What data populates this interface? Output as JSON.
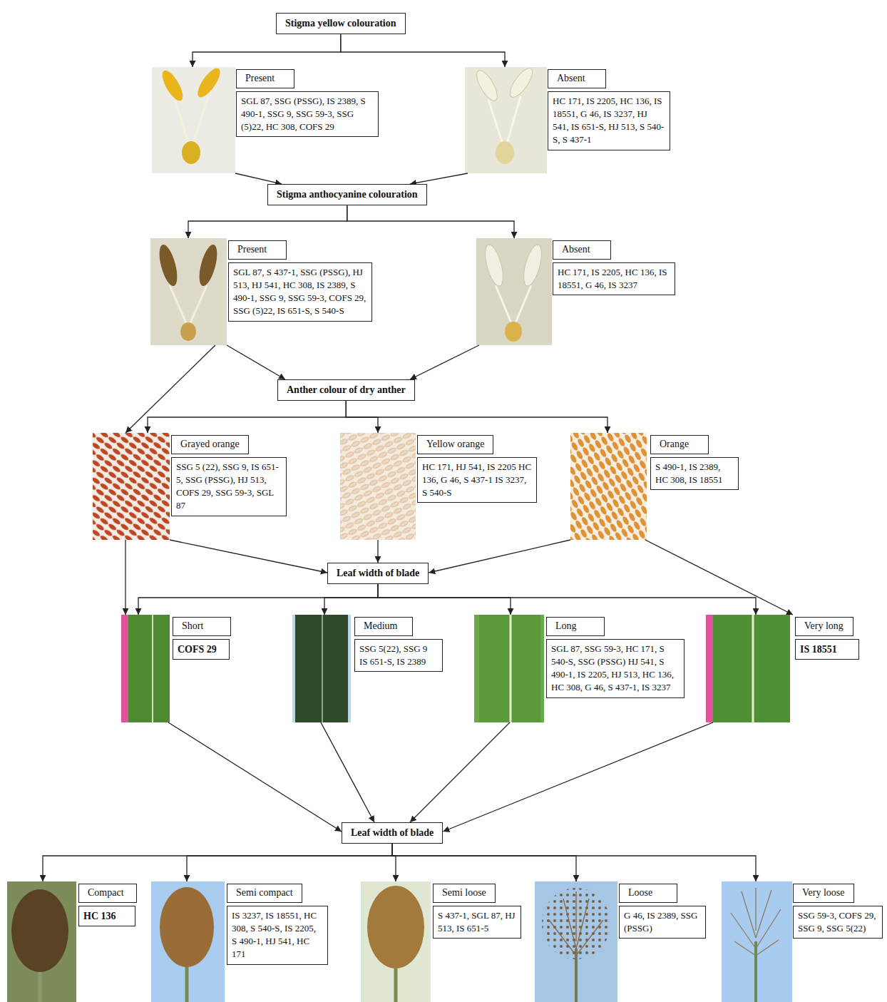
{
  "diagram": {
    "nodes": [
      {
        "text": [
          "Stigma yellow colouration"
        ]
      },
      {
        "text": [
          "Present",
          "SGL 87, SSG (PSSG), IS 2389, S 490-1, SSG 9, SSG 59-3, SSG (5)22, HC 308, COFS 29"
        ]
      },
      {
        "text": [
          "Absent",
          "HC 171, IS 2205, HC 136, IS 18551, G 46, IS 3237, HJ 541, IS 651-S, HJ 513, S 540-S, S 437-1"
        ]
      },
      {
        "text": [
          "Stigma anthocyanine colouration"
        ]
      },
      {
        "text": [
          "Present",
          "SGL 87, S 437-1, SSG (PSSG), HJ 513, HJ 541, HC 308, IS 2389, S 490-1, SSG 9, SSG 59-3, COFS 29, SSG (5)22, IS 651-S, S 540-S"
        ]
      },
      {
        "text": [
          "Absent",
          "HC 171, IS 2205, HC 136, IS 18551, G 46, IS 3237"
        ]
      },
      {
        "text": [
          "Anther colour of dry anther"
        ]
      },
      {
        "text": [
          "Grayed orange",
          "SSG 5 (22), SSG 9, IS 651- 5, SSG (PSSG), HJ 513, COFS 29, SSG 59-3, SGL 87"
        ]
      },
      {
        "text": [
          "Yellow orange",
          "HC 171, HJ 541, IS 2205 HC 136, G 46, S 437-1 IS 3237, S 540-S"
        ]
      },
      {
        "text": [
          "Orange",
          "S 490-1, IS 2389, HC 308, IS 18551"
        ]
      },
      {
        "text": [
          "Leaf width of blade"
        ]
      },
      {
        "text": [
          "Short",
          "COFS 29"
        ]
      },
      {
        "text": [
          "Medium",
          "SSG 5(22), SSG 9 IS 651-S, IS 2389"
        ]
      },
      {
        "text": [
          "Long",
          "SGL 87, SSG 59-3, HC 171, S 540-S, SSG (PSSG) HJ 541, S 490-1, IS 2205, HJ 513, HC 136, HC 308, G 46, S 437-1, IS 3237"
        ]
      },
      {
        "text": [
          "Very long",
          "IS 18551"
        ]
      },
      {
        "text": [
          "Leaf width of blade"
        ]
      },
      {
        "text": [
          "Compact",
          "HC 136"
        ]
      },
      {
        "text": [
          "Semi compact",
          "IS 3237, IS 18551, HC 308, S 540-S, IS 2205, S 490-1, HJ 541, HC 171"
        ]
      },
      {
        "text": [
          "Semi loose",
          "S 437-1, SGL 87, HJ 513, IS 651-5"
        ]
      },
      {
        "text": [
          "Loose",
          "G 46, IS 2389, SSG (PSSG)"
        ]
      },
      {
        "text": [
          "Very loose",
          "SSG 59-3, COFS 29, SSG 9, SSG 5(22)"
        ]
      }
    ],
    "edges": [
      {
        "from": 0,
        "to": 1,
        "arrow": "to"
      },
      {
        "from": 0,
        "to": 2,
        "arrow": "to"
      },
      {
        "from": 1,
        "to": 3,
        "arrow": "to"
      },
      {
        "from": 2,
        "to": 3,
        "arrow": "to"
      },
      {
        "from": 3,
        "to": 4,
        "arrow": "to"
      },
      {
        "from": 3,
        "to": 5,
        "arrow": "to"
      },
      {
        "from": 4,
        "to": 6,
        "arrow": "to"
      },
      {
        "from": 5,
        "to": 6,
        "arrow": "to"
      },
      {
        "from": 4,
        "to": 7,
        "arrow": "to"
      },
      {
        "from": 6,
        "to": 7,
        "arrow": "to"
      },
      {
        "from": 6,
        "to": 8,
        "arrow": "to"
      },
      {
        "from": 6,
        "to": 9,
        "arrow": "to"
      },
      {
        "from": 7,
        "to": 10,
        "arrow": "to"
      },
      {
        "from": 8,
        "to": 10,
        "arrow": "to"
      },
      {
        "from": 9,
        "to": 10,
        "arrow": "to"
      },
      {
        "from": 7,
        "to": 11,
        "arrow": "to"
      },
      {
        "from": 9,
        "to": 14,
        "arrow": "to"
      },
      {
        "from": 10,
        "to": 11,
        "arrow": "to"
      },
      {
        "from": 10,
        "to": 12,
        "arrow": "to"
      },
      {
        "from": 10,
        "to": 13,
        "arrow": "to"
      },
      {
        "from": 10,
        "to": 14,
        "arrow": "to"
      },
      {
        "from": 11,
        "to": 15,
        "arrow": "to"
      },
      {
        "from": 12,
        "to": 15,
        "arrow": "to"
      },
      {
        "from": 13,
        "to": 15,
        "arrow": "to"
      },
      {
        "from": 14,
        "to": 15,
        "arrow": "to"
      },
      {
        "from": 15,
        "to": 16,
        "arrow": "to"
      },
      {
        "from": 15,
        "to": 17,
        "arrow": "to"
      },
      {
        "from": 15,
        "to": 18,
        "arrow": "to"
      },
      {
        "from": 15,
        "to": 19,
        "arrow": "to"
      },
      {
        "from": 15,
        "to": 20,
        "arrow": "to"
      }
    ]
  }
}
